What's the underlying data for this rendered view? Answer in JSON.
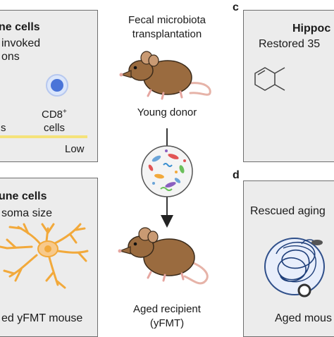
{
  "panel_a": {
    "title": "ne cells",
    "line1": "invoked",
    "line2": "ons",
    "cd8_label": "CD8",
    "cd8_sup": "+",
    "cells_label": "cells",
    "left_fragment": "s",
    "low_label": "Low"
  },
  "panel_b": {
    "title": "une cells",
    "subtitle": "soma size",
    "caption": "ed yFMT mouse"
  },
  "center": {
    "title_line1": "Fecal microbiota",
    "title_line2": "transplantation",
    "donor_label": "Young donor",
    "recipient_line1": "Aged recipient",
    "recipient_line2": "(yFMT)"
  },
  "panel_c": {
    "letter": "c",
    "title": "Hippoc",
    "subtitle": "Restored 35"
  },
  "panel_d": {
    "letter": "d",
    "title": "Rescued aging",
    "caption": "Aged mous"
  },
  "colors": {
    "panel_bg": "#ececec",
    "bar_yellow": "#f5e27a",
    "neuron_orange": "#f2a93b",
    "mouse_brown": "#9a6b3f",
    "cell_blue": "#4a74d8",
    "arena_blue": "#2f4f8a"
  },
  "icons": [
    "mouse-icon",
    "neuron-icon",
    "cd8-cell-icon",
    "microbiota-icon",
    "molecule-icon",
    "maze-arena-icon"
  ]
}
